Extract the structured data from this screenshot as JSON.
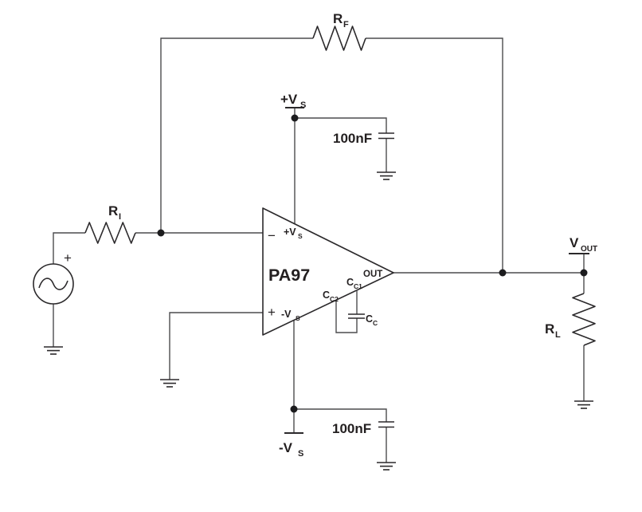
{
  "diagram_title": "PA97 inverting amplifier typical application schematic",
  "opamp": {
    "part": "PA97",
    "inverting_input_sign": "−",
    "noninverting_input_sign": "+",
    "positive_supply_pin": {
      "main": "+V",
      "sub": "S"
    },
    "negative_supply_pin": {
      "main": "-V",
      "sub": "S"
    },
    "output_pin": "OUT",
    "comp_pin1": {
      "main": "C",
      "sub": "C1"
    },
    "comp_pin2": {
      "main": "C",
      "sub": "C2"
    }
  },
  "components": {
    "feedback_resistor": {
      "main": "R",
      "sub": "F"
    },
    "input_resistor": {
      "main": "R",
      "sub": "I"
    },
    "load_resistor": {
      "main": "R",
      "sub": "L"
    },
    "comp_capacitor": {
      "main": "C",
      "sub": "C"
    },
    "top_bypass_capacitor_value": "100nF",
    "bottom_bypass_capacitor_value": "100nF",
    "source_polarity": "+"
  },
  "rails": {
    "positive_supply": {
      "main": "+V",
      "sub": "S"
    },
    "negative_supply": {
      "main": "-V",
      "sub": "S"
    },
    "output_terminal": {
      "main": "V",
      "sub": "OUT"
    }
  },
  "colors": {
    "wire": "#4c4c4e",
    "component_stroke": "#2b292b",
    "text": "#231f20",
    "background": "#ffffff"
  }
}
